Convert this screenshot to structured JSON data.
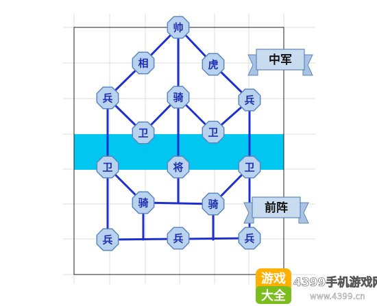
{
  "diagram": {
    "front_band_color": "#00c6f0",
    "line_color": "#1e2fd0",
    "node_fill": "#b9d3ee",
    "node_stroke": "#5b86c4",
    "banner_fill": "#c9dcef",
    "banner_stroke": "#5b86c4",
    "pieces": [
      {
        "id": "shuai",
        "label": "帅"
      },
      {
        "id": "xiang",
        "label": "相"
      },
      {
        "id": "hu",
        "label": "虎"
      },
      {
        "id": "bing-l1",
        "label": "兵"
      },
      {
        "id": "qi-mid",
        "label": "骑"
      },
      {
        "id": "bing-r1",
        "label": "兵"
      },
      {
        "id": "wei-l1",
        "label": "卫"
      },
      {
        "id": "wei-r1",
        "label": "卫"
      },
      {
        "id": "wei-l2",
        "label": "卫"
      },
      {
        "id": "jiang",
        "label": "将"
      },
      {
        "id": "wei-r2",
        "label": "卫"
      },
      {
        "id": "qi-l",
        "label": "骑"
      },
      {
        "id": "qi-r",
        "label": "骑"
      },
      {
        "id": "bing-l2",
        "label": "兵"
      },
      {
        "id": "bing-mid",
        "label": "兵"
      },
      {
        "id": "bing-r2",
        "label": "兵"
      }
    ],
    "banners": [
      {
        "id": "central-army",
        "label": "中军"
      },
      {
        "id": "vanguard",
        "label": "前阵"
      }
    ]
  },
  "watermark": {
    "badge_top": "游戏",
    "badge_bottom": "大全",
    "site_name": "4399手机游戏网",
    "url": "www.4399.cn"
  }
}
